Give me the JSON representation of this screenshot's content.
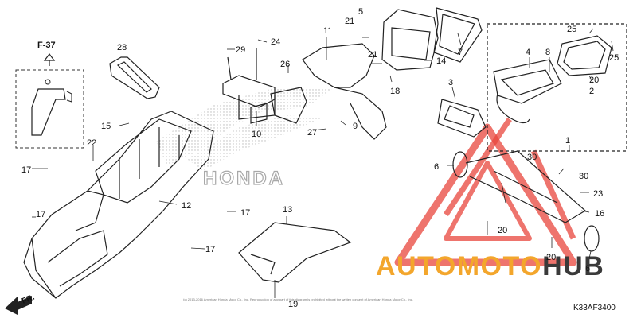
{
  "page_ref": "F-37",
  "direction_label": "FR.",
  "diagram_code": "K33AF3400",
  "brand_watermark": "HONDA",
  "logo": {
    "part1": "AUTO",
    "part2": "MOTO",
    "part3": "HUB"
  },
  "copyright": "(c) 2013-2016 American Honda Motor Co., Inc. Reproduction of any part of this diagram is prohibited without the written consent of American Honda Motor Co., Inc.",
  "colors": {
    "logo_orange": "#f3a62c",
    "logo_dark": "#3a3a3a",
    "watermark_red": "#e8453c"
  },
  "callouts": [
    {
      "part_number": "1"
    },
    {
      "part_number": "2"
    },
    {
      "part_number": "3"
    },
    {
      "part_number": "4"
    },
    {
      "part_number": "5"
    },
    {
      "part_number": "6"
    },
    {
      "part_number": "6"
    },
    {
      "part_number": "7"
    },
    {
      "part_number": "8"
    },
    {
      "part_number": "9"
    },
    {
      "part_number": "10"
    },
    {
      "part_number": "11"
    },
    {
      "part_number": "12"
    },
    {
      "part_number": "13"
    },
    {
      "part_number": "14"
    },
    {
      "part_number": "15"
    },
    {
      "part_number": "16"
    },
    {
      "part_number": "17"
    },
    {
      "part_number": "17"
    },
    {
      "part_number": "17"
    },
    {
      "part_number": "17"
    },
    {
      "part_number": "18"
    },
    {
      "part_number": "19"
    },
    {
      "part_number": "20"
    },
    {
      "part_number": "20"
    },
    {
      "part_number": "20"
    },
    {
      "part_number": "21"
    },
    {
      "part_number": "21"
    },
    {
      "part_number": "22"
    },
    {
      "part_number": "23"
    },
    {
      "part_number": "24"
    },
    {
      "part_number": "25"
    },
    {
      "part_number": "25"
    },
    {
      "part_number": "26"
    },
    {
      "part_number": "27"
    },
    {
      "part_number": "28"
    },
    {
      "part_number": "29"
    },
    {
      "part_number": "30"
    },
    {
      "part_number": "30"
    }
  ]
}
